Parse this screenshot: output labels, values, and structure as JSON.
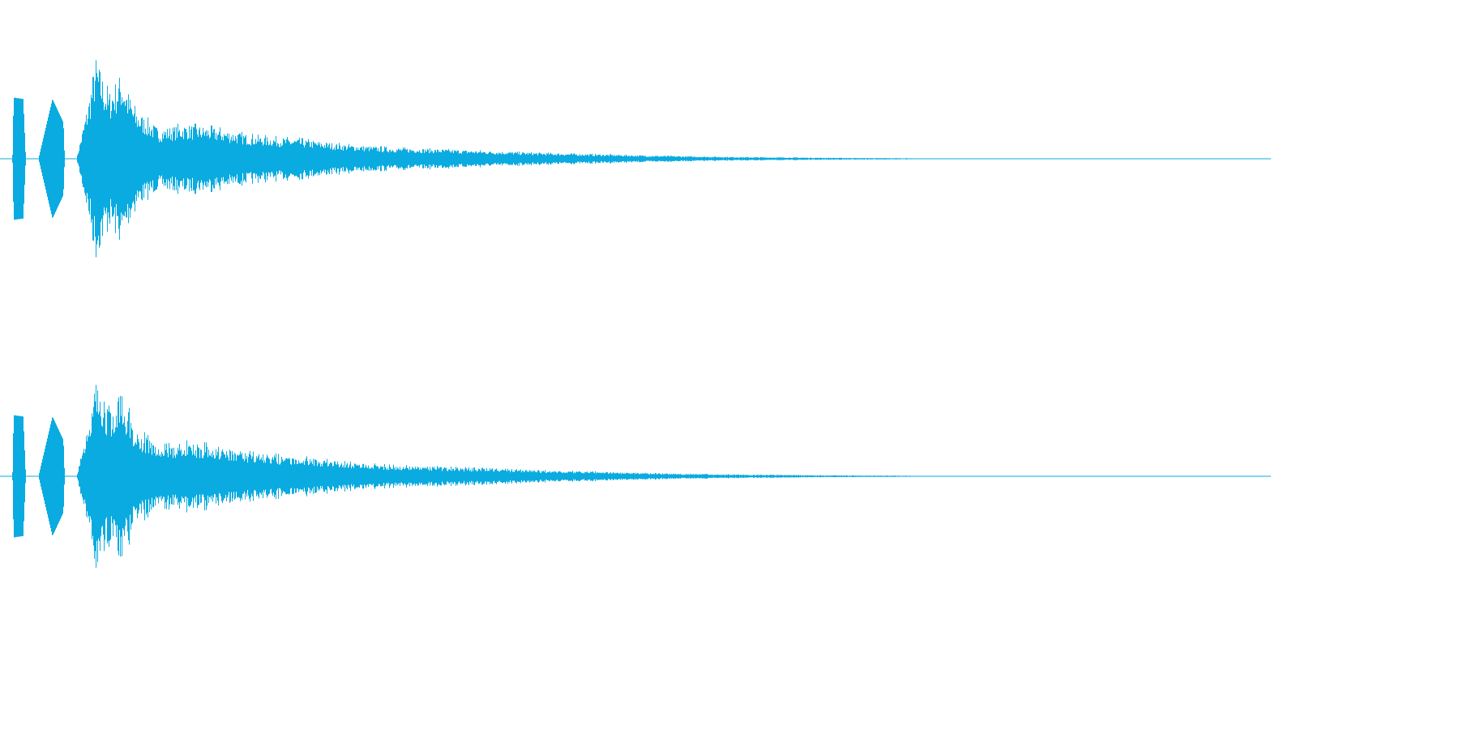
{
  "colors": {
    "waveform": "#0aabe0",
    "baseline": "#0aabe0",
    "background": "#ffffff"
  },
  "chart_data": {
    "type": "area",
    "title": "",
    "xlabel": "",
    "ylabel": "",
    "grid": false,
    "legend": "none",
    "xlim": [
      0,
      1
    ],
    "ylim": [
      -1,
      1
    ],
    "x": [
      0.0,
      0.0095,
      0.0105,
      0.018,
      0.02,
      0.03,
      0.041,
      0.0495,
      0.051,
      0.06,
      0.07,
      0.075,
      0.085,
      0.095,
      0.106,
      0.125,
      0.145,
      0.165,
      0.2,
      0.235,
      0.27,
      0.305,
      0.34,
      0.38,
      0.425,
      0.47,
      0.51,
      0.55,
      0.59,
      0.625,
      0.65,
      0.675,
      0.7,
      0.715,
      0.73,
      1.0
    ],
    "series": [
      {
        "channel": 1,
        "envelope": [
          0.0,
          0.0,
          0.92,
          0.9,
          0.0,
          0.0,
          0.9,
          0.55,
          0.0,
          0.0,
          0.95,
          1.55,
          1.0,
          1.3,
          0.75,
          0.45,
          0.52,
          0.48,
          0.35,
          0.3,
          0.22,
          0.17,
          0.15,
          0.12,
          0.09,
          0.07,
          0.05,
          0.035,
          0.025,
          0.02,
          0.015,
          0.012,
          0.01,
          0.008,
          0.0,
          0.0
        ]
      },
      {
        "channel": 2,
        "envelope": [
          0.0,
          0.0,
          0.92,
          0.9,
          0.0,
          0.0,
          0.9,
          0.55,
          0.0,
          0.0,
          0.95,
          1.55,
          1.0,
          1.3,
          0.75,
          0.45,
          0.52,
          0.48,
          0.35,
          0.3,
          0.22,
          0.17,
          0.15,
          0.12,
          0.09,
          0.07,
          0.05,
          0.035,
          0.025,
          0.02,
          0.015,
          0.012,
          0.01,
          0.008,
          0.0,
          0.0
        ]
      }
    ]
  }
}
